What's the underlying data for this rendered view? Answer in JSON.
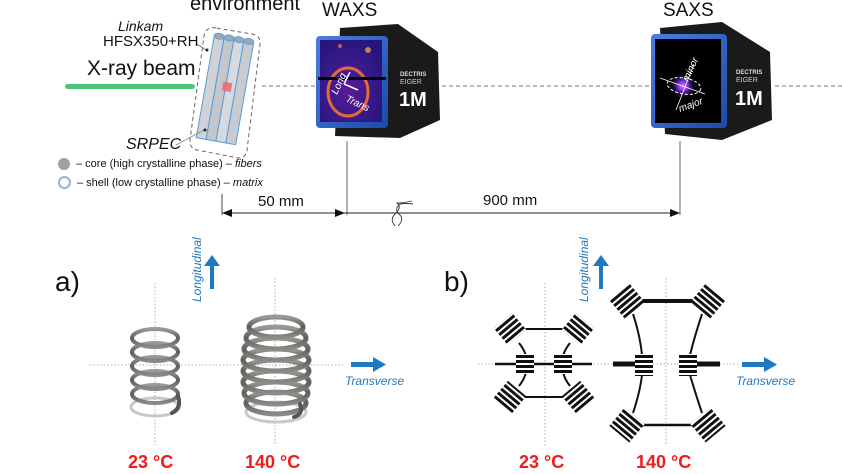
{
  "setup": {
    "environment_label": "environment",
    "stage_brand": "Linkam",
    "stage_model": "HFSX350+RH",
    "beam_label": "X-ray beam",
    "sample_label": "SRPEC",
    "waxs_label": "WAXS",
    "saxs_label": "SAXS",
    "detector_brand": "DECTRIS",
    "detector_model": "EIGER",
    "detector_size": "1M",
    "waxs_axes": [
      "Long",
      "Trans"
    ],
    "saxs_axes": [
      "minor",
      "major"
    ],
    "distance_1": "50 mm",
    "distance_2": "900 mm",
    "colors": {
      "beam": "#4cc47a",
      "detector_frame": "#2f62c8",
      "detector_body": "#1a1a1a",
      "sample_fiber": "#cfd3d8",
      "sample_outline": "#5a9ad8",
      "voxel": "#e46a6a"
    }
  },
  "legend": [
    {
      "icon": "filled-gray-circle",
      "text": "– core (high crystalline phase) – ",
      "emph": "fibers"
    },
    {
      "icon": "blue-ring",
      "text": "– shell (low crystalline phase) – ",
      "emph": "matrix"
    }
  ],
  "panel_a": {
    "label": "a)",
    "longitudinal": "Longitudinal",
    "transverse": "Transverse",
    "temps": [
      "23 °C",
      "140 °C"
    ],
    "description": "spring models: compact coil at 23 °C, wider coil at 140 °C"
  },
  "panel_b": {
    "label": "b)",
    "longitudinal": "Longitudinal",
    "transverse": "Transverse",
    "temps": [
      "23 °C",
      "140 °C"
    ],
    "description": "lamellar stack schematics: small network at 23 °C, expanded network at 140 °C"
  },
  "colors": {
    "accent_blue": "#1e78c2",
    "temp_red": "#ee1c1c"
  }
}
